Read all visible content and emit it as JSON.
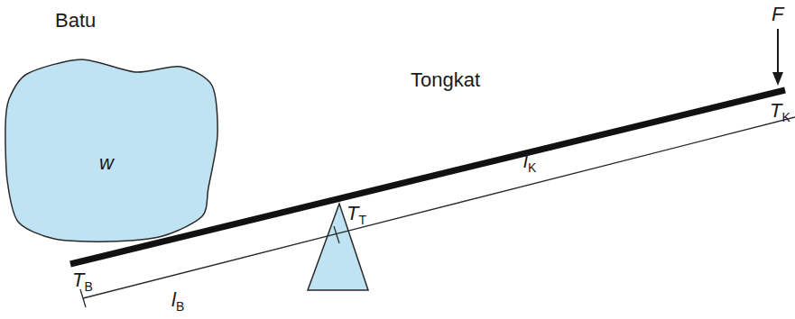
{
  "diagram": {
    "nodes": [
      {
        "text": [
          "Batu",
          "w"
        ]
      }
    ],
    "labels": [
      "Tongkat",
      "F",
      "TB",
      "lB",
      "TT",
      "lK",
      "TK"
    ]
  }
}
